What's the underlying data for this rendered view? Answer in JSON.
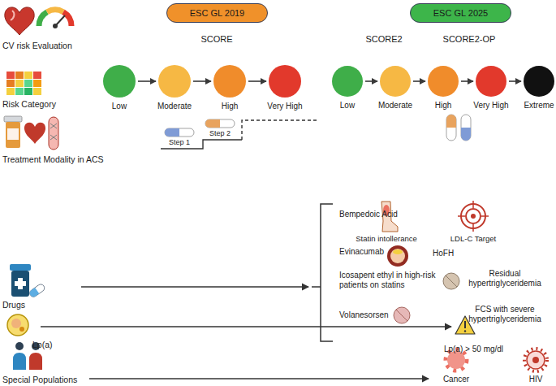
{
  "diagram": {
    "nodes": [
      {
        "text": [
          "ESC GL 2019"
        ]
      },
      {
        "text": [
          "ESC GL 2025"
        ]
      },
      {
        "text": [
          "Low"
        ]
      },
      {
        "text": [
          "Moderate"
        ]
      },
      {
        "text": [
          "High"
        ]
      },
      {
        "text": [
          "Very High"
        ]
      },
      {
        "text": [
          "Low"
        ]
      },
      {
        "text": [
          "Moderate"
        ]
      },
      {
        "text": [
          "High"
        ]
      },
      {
        "text": [
          "Very High"
        ]
      },
      {
        "text": [
          "Extreme"
        ]
      }
    ],
    "edges": [
      {
        "from": 2,
        "to": 3,
        "arrow": "to"
      },
      {
        "from": 3,
        "to": 4,
        "arrow": "to"
      },
      {
        "from": 4,
        "to": 5,
        "arrow": "to"
      },
      {
        "from": 6,
        "to": 7,
        "arrow": "to"
      },
      {
        "from": 7,
        "to": 8,
        "arrow": "to"
      },
      {
        "from": 8,
        "to": 9,
        "arrow": "to"
      },
      {
        "from": 9,
        "to": 10,
        "arrow": "to"
      }
    ],
    "labels": [
      "CV risk Evaluation",
      "SCORE",
      "SCORE2",
      "SCORE2-OP",
      "Risk Category",
      "Treatment Modality in ACS",
      "Step 1",
      "Step 2",
      "Drugs",
      "Bempedoic Acid",
      "Statin intollerance",
      "LDL-C Target",
      "Evinacumab",
      "HoFH",
      "Icosapent ethyl in high-risk patients on statins",
      "Residual hypertriglyceridemia",
      "Volanesorsen",
      "FCS with severe hypertriglyceridemia",
      "Lp(a)",
      "Lp(a) > 50 mg/dl",
      "Special Populations",
      "Cancer",
      "HIV"
    ]
  }
}
